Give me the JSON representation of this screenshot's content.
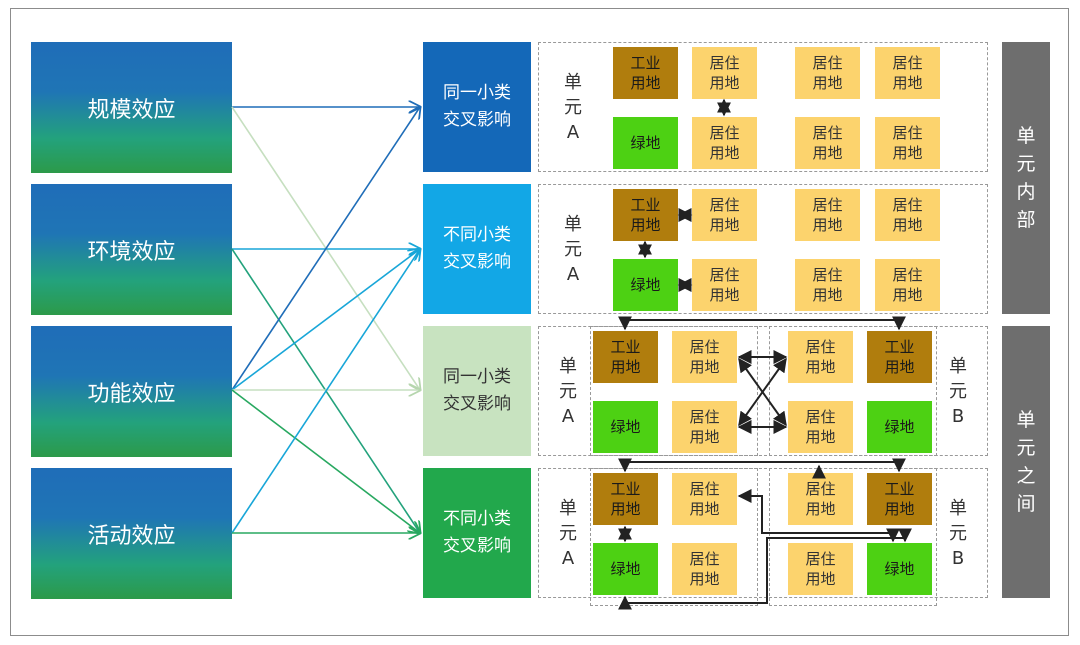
{
  "effects": [
    "规模效应",
    "环境效应",
    "功能效应",
    "活动效应"
  ],
  "interaction_types": [
    {
      "line1": "同一小类",
      "line2": "交叉影响",
      "bg": "#1468b8",
      "fg": "#ffffff"
    },
    {
      "line1": "不同小类",
      "line2": "交叉影响",
      "bg": "#12a7e6",
      "fg": "#ffffff"
    },
    {
      "line1": "同一小类",
      "line2": "交叉影响",
      "bg": "#c8e3c0",
      "fg": "#333333"
    },
    {
      "line1": "不同小类",
      "line2": "交叉影响",
      "bg": "#22a84c",
      "fg": "#ffffff"
    }
  ],
  "land": {
    "industrial": [
      "工业",
      "用地"
    ],
    "residential": [
      "居住",
      "用地"
    ],
    "green": "绿地"
  },
  "units": {
    "a": [
      "单",
      "元",
      "A"
    ],
    "b": [
      "单",
      "元",
      "B"
    ]
  },
  "side_labels": {
    "within": [
      "单",
      "元",
      "内",
      "部"
    ],
    "between": [
      "单",
      "元",
      "之",
      "间"
    ]
  },
  "colors": {
    "line_scale": "#1f6db8",
    "line_env": "#18a6d8",
    "line_func": "#23a27c",
    "line_activity": "#28a860",
    "line_light": "#c6dfc0",
    "arrow": "#222222"
  }
}
